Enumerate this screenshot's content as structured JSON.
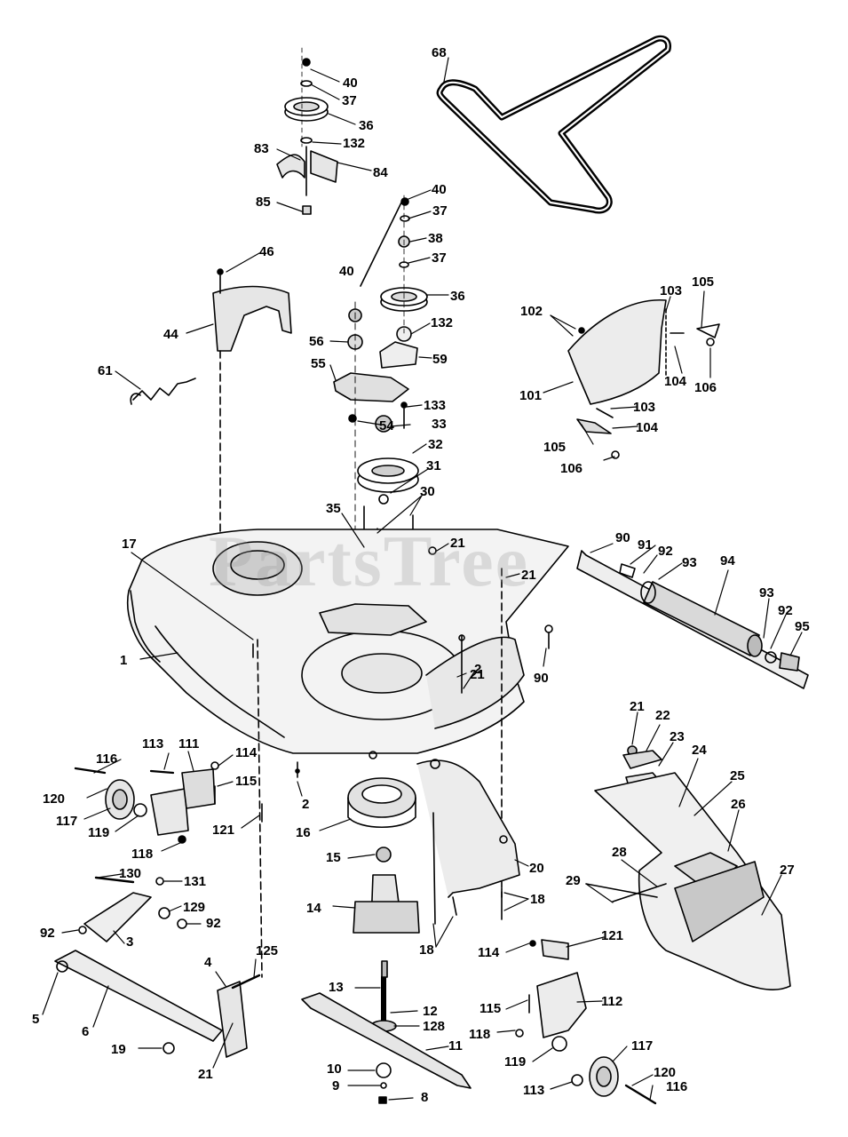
{
  "watermark": "PartsTree",
  "colors": {
    "ink": "#000000",
    "shade": "#d9d9d9",
    "mid": "#bfbfbf"
  },
  "callouts": [
    {
      "id": "c40a",
      "text": "40"
    },
    {
      "id": "c37a",
      "text": "37"
    },
    {
      "id": "c36a",
      "text": "36"
    },
    {
      "id": "c83",
      "text": "83"
    },
    {
      "id": "c132a",
      "text": "132"
    },
    {
      "id": "c84",
      "text": "84"
    },
    {
      "id": "c85",
      "text": "85"
    },
    {
      "id": "c68",
      "text": "68"
    },
    {
      "id": "c40b",
      "text": "40"
    },
    {
      "id": "c37b",
      "text": "37"
    },
    {
      "id": "c38",
      "text": "38"
    },
    {
      "id": "c37c",
      "text": "37"
    },
    {
      "id": "c36b",
      "text": "36"
    },
    {
      "id": "c132b",
      "text": "132"
    },
    {
      "id": "c40c",
      "text": "40"
    },
    {
      "id": "c46",
      "text": "46"
    },
    {
      "id": "c44",
      "text": "44"
    },
    {
      "id": "c56",
      "text": "56"
    },
    {
      "id": "c59",
      "text": "59"
    },
    {
      "id": "c55",
      "text": "55"
    },
    {
      "id": "c61",
      "text": "61"
    },
    {
      "id": "c54",
      "text": "54"
    },
    {
      "id": "c133",
      "text": "133"
    },
    {
      "id": "c33",
      "text": "33"
    },
    {
      "id": "c32",
      "text": "32"
    },
    {
      "id": "c31",
      "text": "31"
    },
    {
      "id": "c30",
      "text": "30"
    },
    {
      "id": "c35",
      "text": "35"
    },
    {
      "id": "c102",
      "text": "102"
    },
    {
      "id": "c103a",
      "text": "103"
    },
    {
      "id": "c105a",
      "text": "105"
    },
    {
      "id": "c101",
      "text": "101"
    },
    {
      "id": "c104a",
      "text": "104"
    },
    {
      "id": "c106a",
      "text": "106"
    },
    {
      "id": "c103b",
      "text": "103"
    },
    {
      "id": "c105b",
      "text": "105"
    },
    {
      "id": "c104b",
      "text": "104"
    },
    {
      "id": "c106b",
      "text": "106"
    },
    {
      "id": "c17",
      "text": "17"
    },
    {
      "id": "c21a",
      "text": "21"
    },
    {
      "id": "c21b",
      "text": "21"
    },
    {
      "id": "c90a",
      "text": "90"
    },
    {
      "id": "c91",
      "text": "91"
    },
    {
      "id": "c92a",
      "text": "92"
    },
    {
      "id": "c93a",
      "text": "93"
    },
    {
      "id": "c94",
      "text": "94"
    },
    {
      "id": "c93b",
      "text": "93"
    },
    {
      "id": "c92b",
      "text": "92"
    },
    {
      "id": "c95",
      "text": "95"
    },
    {
      "id": "c1",
      "text": "1"
    },
    {
      "id": "c2a",
      "text": "2"
    },
    {
      "id": "c21c",
      "text": "21"
    },
    {
      "id": "c90b",
      "text": "90"
    },
    {
      "id": "c21d",
      "text": "21"
    },
    {
      "id": "c22",
      "text": "22"
    },
    {
      "id": "c23",
      "text": "23"
    },
    {
      "id": "c24",
      "text": "24"
    },
    {
      "id": "c25",
      "text": "25"
    },
    {
      "id": "c26",
      "text": "26"
    },
    {
      "id": "c116a",
      "text": "116"
    },
    {
      "id": "c113a",
      "text": "113"
    },
    {
      "id": "c111",
      "text": "111"
    },
    {
      "id": "c114a",
      "text": "114"
    },
    {
      "id": "c115a",
      "text": "115"
    },
    {
      "id": "c120a",
      "text": "120"
    },
    {
      "id": "c117a",
      "text": "117"
    },
    {
      "id": "c119a",
      "text": "119"
    },
    {
      "id": "c121a",
      "text": "121"
    },
    {
      "id": "c118a",
      "text": "118"
    },
    {
      "id": "c2b",
      "text": "2"
    },
    {
      "id": "c16",
      "text": "16"
    },
    {
      "id": "c15",
      "text": "15"
    },
    {
      "id": "c14",
      "text": "14"
    },
    {
      "id": "c20",
      "text": "20"
    },
    {
      "id": "c18a",
      "text": "18"
    },
    {
      "id": "c18b",
      "text": "18"
    },
    {
      "id": "c28",
      "text": "28"
    },
    {
      "id": "c29",
      "text": "29"
    },
    {
      "id": "c27",
      "text": "27"
    },
    {
      "id": "c130",
      "text": "130"
    },
    {
      "id": "c131",
      "text": "131"
    },
    {
      "id": "c129",
      "text": "129"
    },
    {
      "id": "c92c",
      "text": "92"
    },
    {
      "id": "c92d",
      "text": "92"
    },
    {
      "id": "c3",
      "text": "3"
    },
    {
      "id": "c4",
      "text": "4"
    },
    {
      "id": "c125",
      "text": "125"
    },
    {
      "id": "c5",
      "text": "5"
    },
    {
      "id": "c6",
      "text": "6"
    },
    {
      "id": "c19",
      "text": "19"
    },
    {
      "id": "c21e",
      "text": "21"
    },
    {
      "id": "c13",
      "text": "13"
    },
    {
      "id": "c12",
      "text": "12"
    },
    {
      "id": "c128",
      "text": "128"
    },
    {
      "id": "c11",
      "text": "11"
    },
    {
      "id": "c10",
      "text": "10"
    },
    {
      "id": "c9",
      "text": "9"
    },
    {
      "id": "c8",
      "text": "8"
    },
    {
      "id": "c114b",
      "text": "114"
    },
    {
      "id": "c121b",
      "text": "121"
    },
    {
      "id": "c115b",
      "text": "115"
    },
    {
      "id": "c112",
      "text": "112"
    },
    {
      "id": "c118b",
      "text": "118"
    },
    {
      "id": "c119b",
      "text": "119"
    },
    {
      "id": "c117b",
      "text": "117"
    },
    {
      "id": "c113b",
      "text": "113"
    },
    {
      "id": "c120b",
      "text": "120"
    },
    {
      "id": "c116b",
      "text": "116"
    }
  ]
}
